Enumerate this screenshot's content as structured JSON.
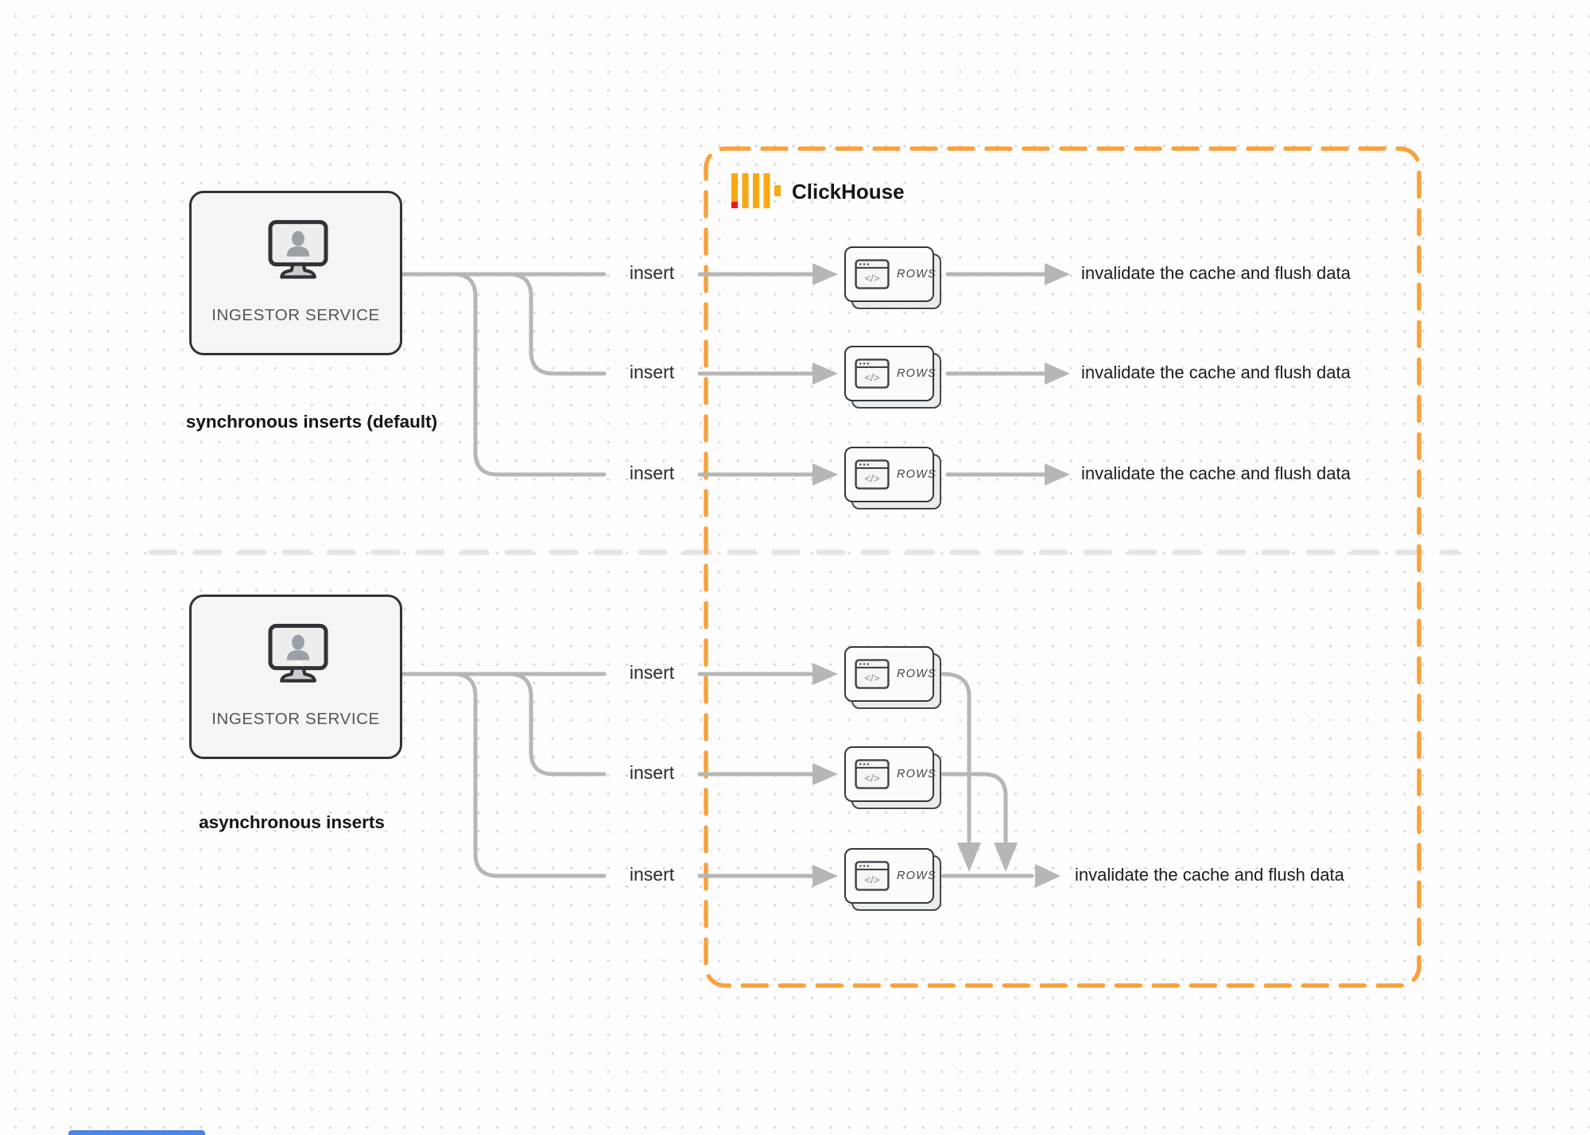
{
  "diagram": {
    "clickhouse": {
      "label": "ClickHouse"
    },
    "sync": {
      "service_label": "INGESTOR SERVICE",
      "caption": "synchronous inserts (default)",
      "lanes": [
        {
          "insert_label": "insert",
          "rows_label": "ROWS",
          "code_glyph": "</>",
          "result_label": "invalidate the cache and flush data"
        },
        {
          "insert_label": "insert",
          "rows_label": "ROWS",
          "code_glyph": "</>",
          "result_label": "invalidate the cache and flush data"
        },
        {
          "insert_label": "insert",
          "rows_label": "ROWS",
          "code_glyph": "</>",
          "result_label": "invalidate the cache and flush data"
        }
      ]
    },
    "async": {
      "service_label": "INGESTOR SERVICE",
      "caption": "asynchronous inserts",
      "lanes": [
        {
          "insert_label": "insert",
          "rows_label": "ROWS",
          "code_glyph": "</>"
        },
        {
          "insert_label": "insert",
          "rows_label": "ROWS",
          "code_glyph": "</>"
        },
        {
          "insert_label": "insert",
          "rows_label": "ROWS",
          "code_glyph": "</>",
          "result_label": "invalidate the cache and flush data"
        }
      ]
    },
    "colors": {
      "accent_orange": "#F9A13C",
      "logo_amber": "#F8A911",
      "logo_red": "#F0161E",
      "connector_gray": "#B6B6B6",
      "separator_gray": "#E4E5E7"
    }
  }
}
